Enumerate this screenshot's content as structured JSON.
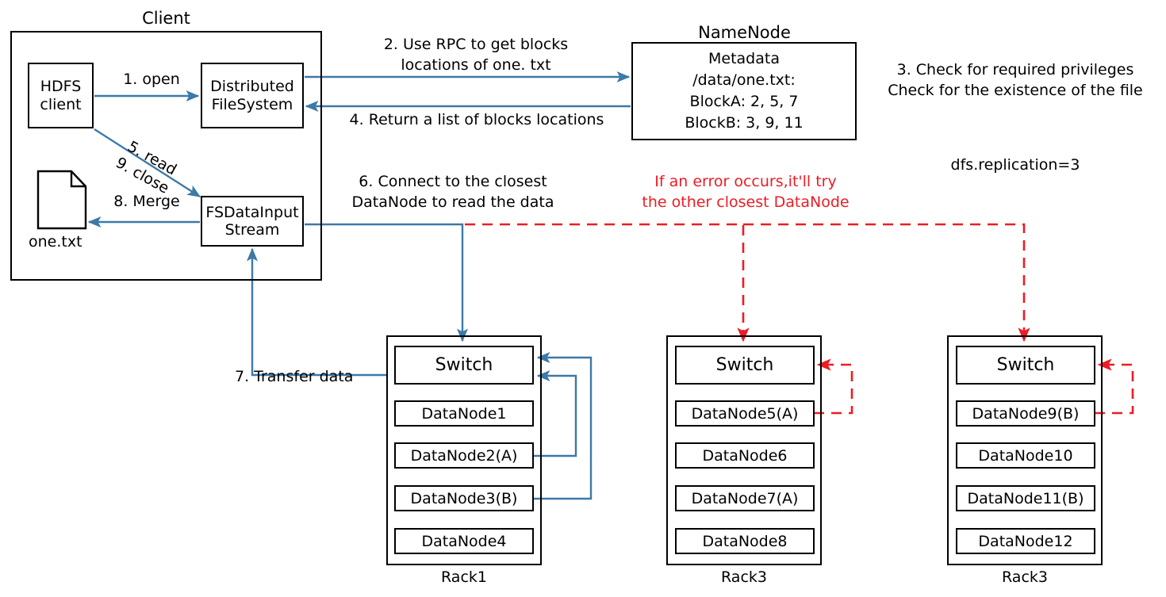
{
  "diagram": {
    "title": "HDFS read data flow",
    "colors": {
      "flow_arrow": "#3c79a8",
      "error_arrow": "#ed1c24",
      "box_border": "#000000",
      "background": "#ffffff"
    }
  },
  "client": {
    "title": "Client",
    "hdfs_client_label": "HDFS\nclient",
    "distributed_filesystem_label": "Distributed\nFileSystem",
    "fsdatainputstream_label": "FSDataInput\nStream",
    "file_label": "one.txt"
  },
  "namenode": {
    "title": "NameNode",
    "metadata_heading": "Metadata",
    "path": "/data/one.txt:",
    "blockA": "BlockA: 2, 5, 7",
    "blockB": "BlockB: 3, 9, 11"
  },
  "steps": {
    "step1": "1. open",
    "step2": "2. Use RPC to get blocks\nlocations of one. txt",
    "step3": "3. Check  for  required privileges\nCheck for the existence of the file",
    "step4": "4. Return a list of blocks locations",
    "step5_9": "5. read\n9. close",
    "step6": "6. Connect to the closest\nDataNode to read the data",
    "step7": "7. Transfer data",
    "step8": "8. Merge"
  },
  "notes": {
    "replication": "dfs.replication=3",
    "error_note": "If an error occurs,it'll try\nthe other closest DataNode"
  },
  "racks": [
    {
      "label": "Rack1",
      "switch": "Switch",
      "nodes": [
        "DataNode1",
        "DataNode2(A)",
        "DataNode3(B)",
        "DataNode4"
      ]
    },
    {
      "label": "Rack3",
      "switch": "Switch",
      "nodes": [
        "DataNode5(A)",
        "DataNode6",
        "DataNode7(A)",
        "DataNode8"
      ]
    },
    {
      "label": "Rack3",
      "switch": "Switch",
      "nodes": [
        "DataNode9(B)",
        "DataNode10",
        "DataNode11(B)",
        "DataNode12"
      ]
    }
  ]
}
